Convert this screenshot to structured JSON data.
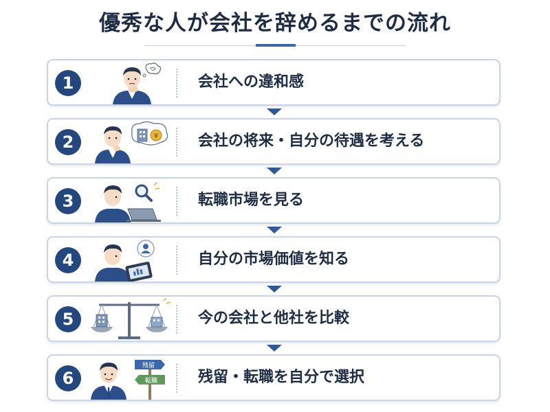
{
  "title": "優秀な人が会社を辞めるまでの流れ",
  "steps": [
    {
      "number": "1",
      "label": "会社への違和感",
      "icon": "thinking-man-icon"
    },
    {
      "number": "2",
      "label": "会社の将来・自分の待遇を考える",
      "icon": "man-thinking-building-yen-icon"
    },
    {
      "number": "3",
      "label": "転職市場を見る",
      "icon": "man-laptop-search-icon"
    },
    {
      "number": "4",
      "label": "自分の市場価値を知る",
      "icon": "man-tablet-profile-icon"
    },
    {
      "number": "5",
      "label": "今の会社と他社を比較",
      "icon": "scale-buildings-icon"
    },
    {
      "number": "6",
      "label": "残留・転職を自分で選択",
      "icon": "man-signpost-icon"
    }
  ],
  "signpost": {
    "stay": "残留",
    "switch": "転職"
  },
  "colors": {
    "accent": "#24477e",
    "text": "#1f2d44",
    "border": "#c9d4e6",
    "arrow": "#2f5a96"
  }
}
